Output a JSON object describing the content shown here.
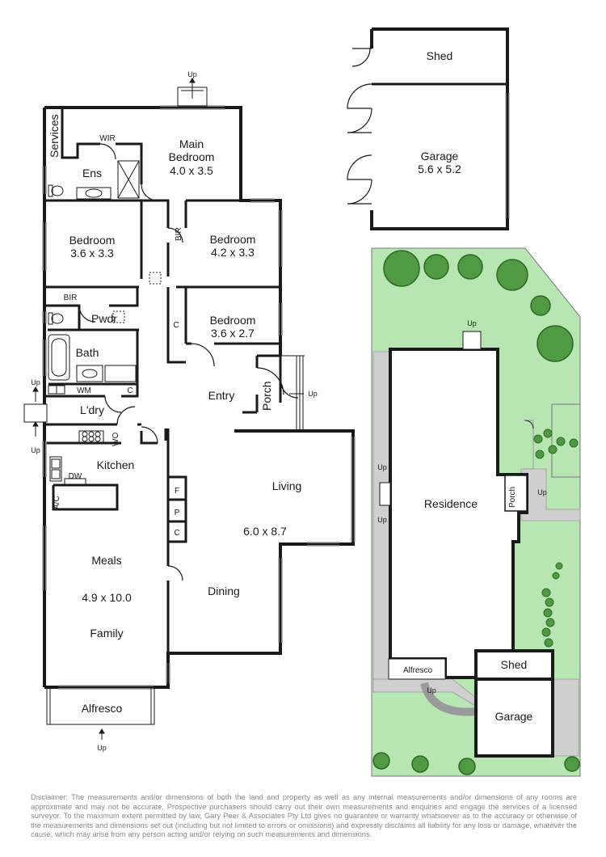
{
  "floorplan": {
    "rooms": {
      "main_bedroom": {
        "name": "Main\nBedroom",
        "dims": "4.0 x 3.5"
      },
      "wir": "WIR",
      "services": "Services",
      "ens": "Ens",
      "bedroom2": {
        "name": "Bedroom",
        "dims": "3.6 x 3.3"
      },
      "bedroom3": {
        "name": "Bedroom",
        "dims": "4.2 x 3.3"
      },
      "bedroom4": {
        "name": "Bedroom",
        "dims": "3.6 x 2.7"
      },
      "bir_vertical": "BIR",
      "bir_horizontal": "BIR",
      "pwdr": "Pwdr",
      "bath": "Bath",
      "wm": "WM",
      "c": "C",
      "ldry": "L'dry",
      "entry": "Entry",
      "porch": "Porch",
      "wo": "WO",
      "kitchen": "Kitchen",
      "dw": "DW",
      "ac": "A/C",
      "f": "F",
      "p": "P",
      "living": "Living",
      "living_dining_dims": "6.0 x 8.7",
      "meals": "Meals",
      "meals_family_dims": "4.9 x 10.0",
      "family": "Family",
      "dining": "Dining",
      "alfresco": "Alfresco"
    },
    "outbuildings": {
      "shed": "Shed",
      "garage": {
        "name": "Garage",
        "dims": "5.6 x 5.2"
      }
    },
    "up": "Up"
  },
  "site_plan": {
    "residence": "Residence",
    "porch": "Porch",
    "alfresco": "Alfresco",
    "shed": "Shed",
    "garage": "Garage",
    "up": "Up",
    "colors": {
      "lawn": "#b8e6b3",
      "paving": "#cfcfcf",
      "tree": "#4f9a42"
    }
  },
  "disclaimer": "Disclaimer: The measurements and/or dimensions of both the land and property as well as any internal measurements and/or dimensions of any rooms are approximate and may not be accurate. Prospective purchasers should carry out their own measurements and enquiries and engage the services of a licensed surveyor. To the maximum extent permitted by law, Gary Peer & Associates Pty Ltd gives no guarantee or warranty whatsoever as to the accuracy or otherwise of the measurements and dimensions set out (including but not limited to errors or omissions) and expressly disclaims all liability for any loss or damage, whatever the cause, which may arise from any person acting and/or relying on such measurements and dimensions."
}
